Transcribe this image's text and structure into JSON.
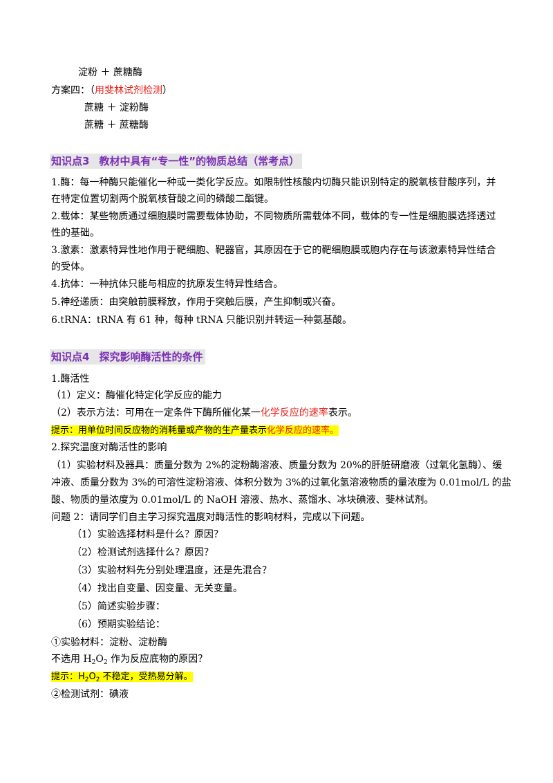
{
  "lines": {
    "l1": "淀粉 ＋ 蔗糖酶",
    "l2_pre": "方案四：（",
    "l2_red": "用斐林试剂检测",
    "l2_post": "）",
    "l3": "蔗糖 ＋ 淀粉酶",
    "l4": "蔗糖 ＋ 蔗糖酶"
  },
  "section3": {
    "num": "知识点3",
    "title": "教材中具有“专一性”的物质总结（常考点）",
    "p1a": "1.酶：每一种酶只能催化一种或一类化学反应。如限制性核酸内切酶只能识别特定的脱氧核苷酸序列，并",
    "p1b": "在特定位置切割两个脱氧核苷酸之间的磷酸二酯键。",
    "p2a": "2.载体：某些物质通过细胞膜时需要载体协助，不同物质所需载体不同，载体的专一性是细胞膜选择透过",
    "p2b": "性的基础。",
    "p3a": "3.激素：激素特异性地作用于靶细胞、靶器官，其原因在于它的靶细胞膜或胞内存在与该激素特异性结合",
    "p3b": "的受体。",
    "p4": "4.抗体：一种抗体只能与相应的抗原发生特异性结合。",
    "p5": "5.神经递质：由突触前膜释放，作用于突触后膜，产生抑制或兴奋。",
    "p6": "6.tRNA：tRNA 有 61 种，每种 tRNA 只能识别并转运一种氨基酸。"
  },
  "section4": {
    "num": "知识点4",
    "title": "探究影响酶活性的条件",
    "s1": "1.酶活性",
    "s1_def": "（1）定义：酶催化特定化学反应的能力",
    "s1_expr_pre": "（2）表示方法：可用在一定条件下酶所催化某一",
    "s1_expr_red": "化学反应的速率",
    "s1_expr_post": "表示。",
    "tip1_pre": "提示：用单位时间反应物的消耗量或产物的生产量表示",
    "tip1_red": "化学反应的速率。",
    "s2": "2.探究温度对酶活性的影响",
    "m1": "（1）实验材料及器具：质量分数为 2%的淀粉酶溶液、质量分数为 20%的肝脏研磨液（过氧化氢酶）、缓",
    "m2": "冲液、质量分数为 3%的可溶性淀粉溶液、体积分数为 3%的过氧化氢溶液物质的量浓度为 0.01mol/L 的盐",
    "m3": "酸、物质的量浓度为 0.01mol/L 的 NaOH 溶液、热水、蒸馏水、冰块碘液、斐林试剂。",
    "q2": "问题 2：请同学们自主学习探究温度对酶活性的影响材料，完成以下问题。",
    "qs": [
      "（1）实验选择材料是什么？原因？",
      "（2）检测试剂选择什么？原因？",
      "（3）实验材料先分别处理温度，还是先混合？",
      "（4）找出自变量、因变量、无关变量。",
      "（5）简述实验步骤：",
      "（6）预期实验结论："
    ],
    "a1": "①实验材料：淀粉、淀粉酶",
    "why_pre": "不选用 H",
    "why_sub": "2",
    "why_mid": "O",
    "why_sub2": "2",
    "why_post": " 作为反应底物的原因？",
    "tip2_pre": "提示：H",
    "tip2_sub": "2",
    "tip2_mid": "O",
    "tip2_sub2": "2",
    "tip2_post": " 不稳定，受热易分解。",
    "a2": "②检测试剂：碘液"
  }
}
